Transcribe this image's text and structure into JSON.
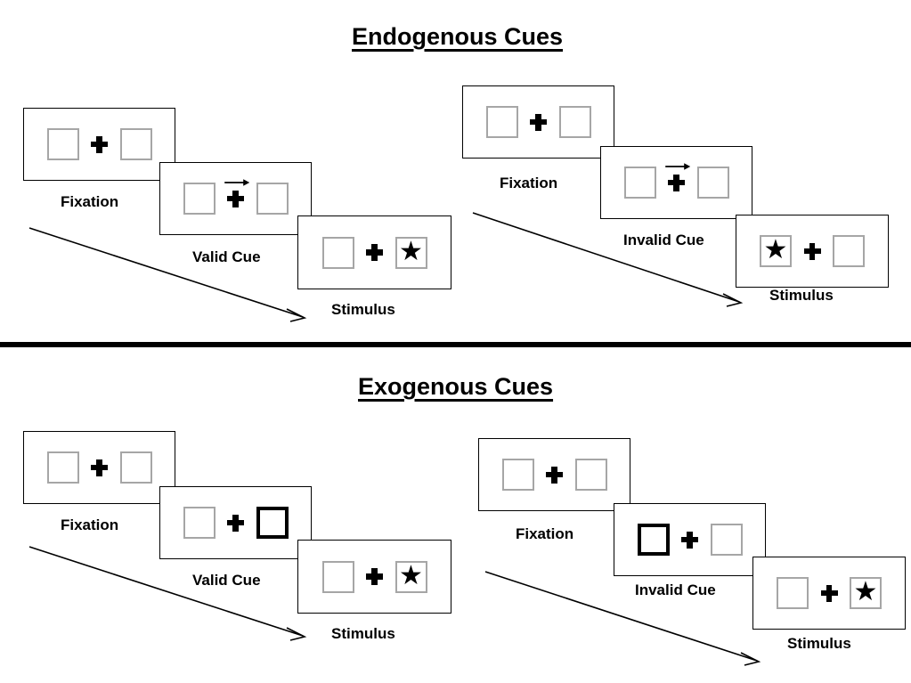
{
  "sections": [
    {
      "id": "endogenous",
      "title": "Endogenous Cues",
      "cue_type": "central-arrow",
      "sequences": [
        {
          "id": "endogenous-valid",
          "validity": "valid",
          "steps": [
            {
              "label": "Fixation",
              "left": "empty",
              "right": "empty",
              "cue": "none"
            },
            {
              "label": "Valid Cue",
              "left": "empty",
              "right": "empty",
              "cue": "arrow-right"
            },
            {
              "label": "Stimulus",
              "left": "empty",
              "right": "star",
              "cue": "none"
            }
          ]
        },
        {
          "id": "endogenous-invalid",
          "validity": "invalid",
          "steps": [
            {
              "label": "Fixation",
              "left": "empty",
              "right": "empty",
              "cue": "none"
            },
            {
              "label": "Invalid Cue",
              "left": "empty",
              "right": "empty",
              "cue": "arrow-right"
            },
            {
              "label": "Stimulus",
              "left": "star",
              "right": "empty",
              "cue": "none"
            }
          ]
        }
      ]
    },
    {
      "id": "exogenous",
      "title": "Exogenous Cues",
      "cue_type": "peripheral-flash",
      "sequences": [
        {
          "id": "exogenous-valid",
          "validity": "valid",
          "steps": [
            {
              "label": "Fixation",
              "left": "empty",
              "right": "empty",
              "cue": "none"
            },
            {
              "label": "Valid Cue",
              "left": "empty",
              "right": "cued",
              "cue": "none"
            },
            {
              "label": "Stimulus",
              "left": "empty",
              "right": "star",
              "cue": "none"
            }
          ]
        },
        {
          "id": "exogenous-invalid",
          "validity": "invalid",
          "steps": [
            {
              "label": "Fixation",
              "left": "empty",
              "right": "empty",
              "cue": "none"
            },
            {
              "label": "Invalid Cue",
              "left": "cued",
              "right": "empty",
              "cue": "none"
            },
            {
              "label": "Stimulus",
              "left": "empty",
              "right": "star",
              "cue": "none"
            }
          ]
        }
      ]
    }
  ],
  "glyphs": {
    "star": "★"
  },
  "colors": {
    "panel_border": "#000000",
    "square_border": "#a6a6a6",
    "cued_square_border": "#000000",
    "fixation": "#000000",
    "background": "#ffffff",
    "divider": "#000000"
  }
}
